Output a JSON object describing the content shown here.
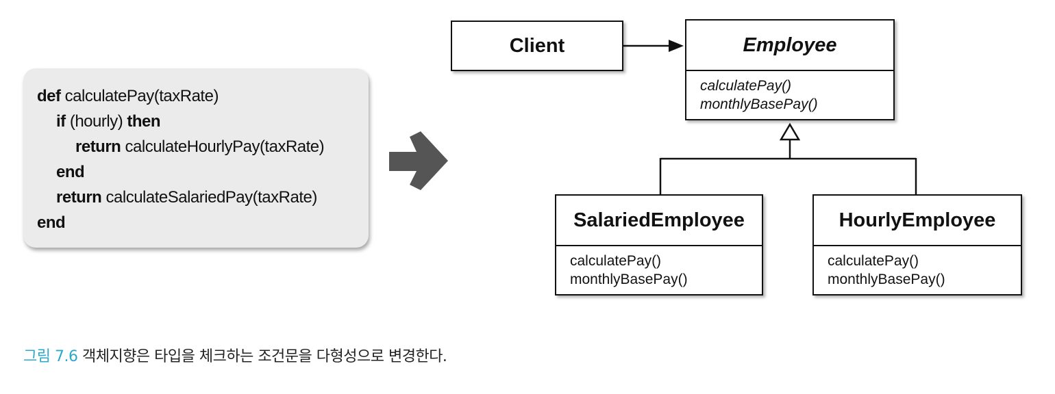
{
  "code": {
    "lines": [
      {
        "kw1": "def",
        "rest": " calculatePay(taxRate)"
      },
      {
        "kw1": "if",
        "mid": " (hourly) ",
        "kw2": "then"
      },
      {
        "kw1": "return",
        "rest": " calculateHourlyPay(taxRate)"
      },
      {
        "kw1": "end"
      },
      {
        "kw1": "return",
        "rest": " calculateSalariedPay(taxRate)"
      },
      {
        "kw1": "end"
      }
    ]
  },
  "uml": {
    "client": {
      "name": "Client"
    },
    "employee": {
      "name": "Employee",
      "ops": [
        "calculatePay()",
        "monthlyBasePay()"
      ]
    },
    "salaried": {
      "name": "SalariedEmployee",
      "ops": [
        "calculatePay()",
        "monthlyBasePay()"
      ]
    },
    "hourly": {
      "name": "HourlyEmployee",
      "ops": [
        "calculatePay()",
        "monthlyBasePay()"
      ]
    }
  },
  "caption": {
    "label": "그림 7.6",
    "text": " 객체지향은 타입을 체크하는 조건문을 다형성으로 변경한다."
  },
  "colors": {
    "caption_label": "#2aa9c9",
    "code_background": "#ebebeb",
    "arrow": "#555555"
  },
  "icons": {
    "transform_arrow": "right-arrow-icon"
  }
}
